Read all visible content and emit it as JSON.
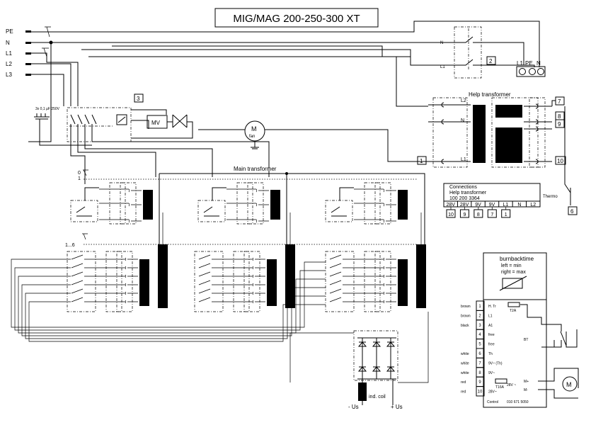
{
  "title": "MIG/MAG  200-250-300 XT",
  "mains": {
    "pe": "PE",
    "n": "N",
    "l1": "L1",
    "l2": "L2",
    "l3": "L3"
  },
  "capacitor_label": "3x 0,1 µF 250V",
  "switch_terminals": {
    "n": "N",
    "l1": "L1"
  },
  "terminal_block": {
    "l1": "L1",
    "pe": "PE",
    "n": "N"
  },
  "boxes": {
    "b1": "1",
    "b2": "2",
    "b3": "3",
    "b6": "6",
    "b7": "7",
    "b8": "8",
    "b9": "9",
    "b10": "10"
  },
  "mv": "MV",
  "fan": {
    "m": "M",
    "label": "fan"
  },
  "help_transformer": {
    "title": "Help transformer",
    "l2": "L2",
    "n": "N",
    "l1": "L1",
    "v9": "9V",
    "v28": "28V"
  },
  "main_transformer": "Main transformer",
  "switch_pos_0": "0",
  "switch_pos_1": "1",
  "switch_range": "1...6",
  "connections": {
    "title": "Connections",
    "subtitle": "Help transformer",
    "part": "100 200 3364",
    "headers": [
      "28V",
      "28V",
      "9V",
      "9V",
      "L1",
      "N",
      "L2"
    ],
    "numbers": [
      "10",
      "9",
      "8",
      "7",
      "1"
    ]
  },
  "thermo": "Thermo",
  "burnback": {
    "title": "burnbacktime",
    "left": "left   = min",
    "right": "right = max",
    "fuse1": "T2A",
    "fuse2": "T16A",
    "bt": "BT",
    "mplus": "M+",
    "mminus": "M-",
    "motor": "M",
    "v28": "28V ~",
    "control": "Control",
    "part": "010 671 5050"
  },
  "burnback_pins": [
    {
      "num": "1",
      "wire": "brown",
      "sig": "H. Tr"
    },
    {
      "num": "2",
      "wire": "brown",
      "sig": "L1"
    },
    {
      "num": "3",
      "wire": "black",
      "sig": "A1"
    },
    {
      "num": "4",
      "wire": "",
      "sig": "free"
    },
    {
      "num": "5",
      "wire": "",
      "sig": "free"
    },
    {
      "num": "6",
      "wire": "white",
      "sig": "Th"
    },
    {
      "num": "7",
      "wire": "white",
      "sig": "9V~ (Th)"
    },
    {
      "num": "8",
      "wire": "white",
      "sig": "9V~"
    },
    {
      "num": "9",
      "wire": "red",
      "sig": ""
    },
    {
      "num": "10",
      "wire": "red",
      "sig": "28V~"
    }
  ],
  "ind_coil": "ind. coil",
  "minus_us": "- Us",
  "plus_us": "+ Us"
}
